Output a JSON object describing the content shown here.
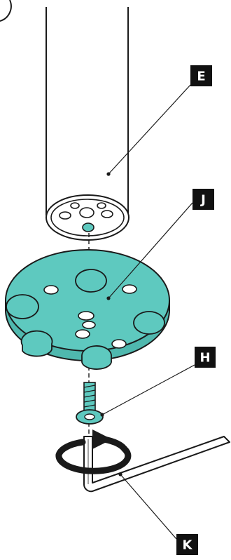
{
  "labels": {
    "E": "E",
    "J": "J",
    "H": "H",
    "K": "K"
  },
  "colors": {
    "line": "#1a1a1a",
    "plate_fill": "#5ec9bf",
    "hole_fill": "#e8f7f5",
    "label_bg": "#111111",
    "label_text": "#ffffff"
  },
  "icons": {
    "rotation": "rotate-arrow-icon"
  }
}
